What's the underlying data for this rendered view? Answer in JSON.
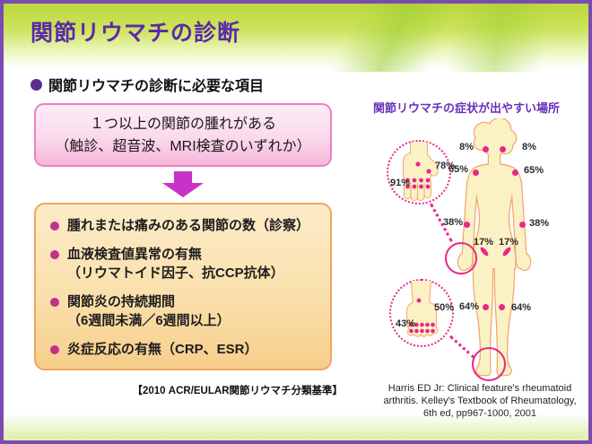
{
  "slide": {
    "title": "関節リウマチの診断",
    "section_heading": "関節リウマチの診断に必要な項目",
    "criteria_box": {
      "line1": "１つ以上の関節の腫れがある",
      "line2": "（触診、超音波、MRI検査のいずれか）"
    },
    "items_box": {
      "items": [
        {
          "line1": "腫れまたは痛みのある関節の数（診察）"
        },
        {
          "line1": "血液検査値異常の有無",
          "line2": "（リウマトイド因子、抗CCP抗体）"
        },
        {
          "line1": "関節炎の持続期間",
          "line2": "（6週間未満／6週間以上）"
        },
        {
          "line1": "炎症反応の有無（CRP、ESR）"
        }
      ]
    },
    "classification_note": "【2010 ACR/EULAR関節リウマチ分類基準】",
    "diagram": {
      "heading": "関節リウマチの症状が出やすい場所",
      "labels": {
        "hand_mcp": "91%",
        "hand_wrist": "78%",
        "jaw_left": "8%",
        "jaw_right": "8%",
        "shoulder_left": "65%",
        "shoulder_right": "65%",
        "elbow_left": "38%",
        "elbow_right": "38%",
        "hip_left": "17%",
        "hip_right": "17%",
        "knee_left": "64%",
        "knee_right": "64%",
        "foot_toes": "43%",
        "foot_ankle": "50%"
      }
    },
    "citation": {
      "line1": "Harris ED Jr: Clinical feature's rheumatoid",
      "line2": "arthritis. Kelley's Textbook of Rheumatology,",
      "line3": "6th ed, pp967-1000, 2001"
    },
    "colors": {
      "accent-magenta": "#E8268C",
      "arrow-magenta": "#C832C8",
      "title-purple": "#5A2AA8",
      "frame-purple": "#7B4BB0",
      "body-fill": "#FAF2C4",
      "body-stroke": "#F2A570"
    }
  }
}
